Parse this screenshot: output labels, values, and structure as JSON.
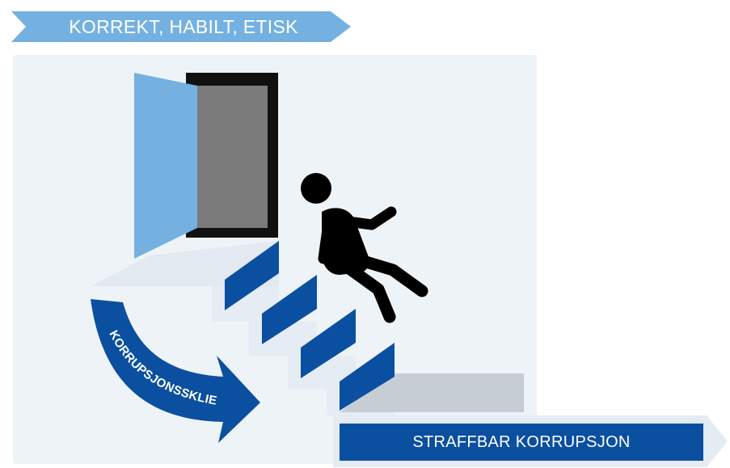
{
  "header": {
    "label": "KORREKT, HABILT, ETISK"
  },
  "slide_label": "KORRUPSJONSSKLIE",
  "footer": {
    "label": "STRAFFBAR KORRUPSJON"
  },
  "colors": {
    "light_blue": "#74b1e0",
    "dark_blue": "#0b4fa0",
    "panel": "#eef3f8",
    "door_gray": "#7a7a7a",
    "floor_gray": "#c7cdd5"
  },
  "icons": {
    "door": "open-door-icon",
    "person": "falling-person-icon",
    "arrow": "curved-arrow-icon"
  }
}
